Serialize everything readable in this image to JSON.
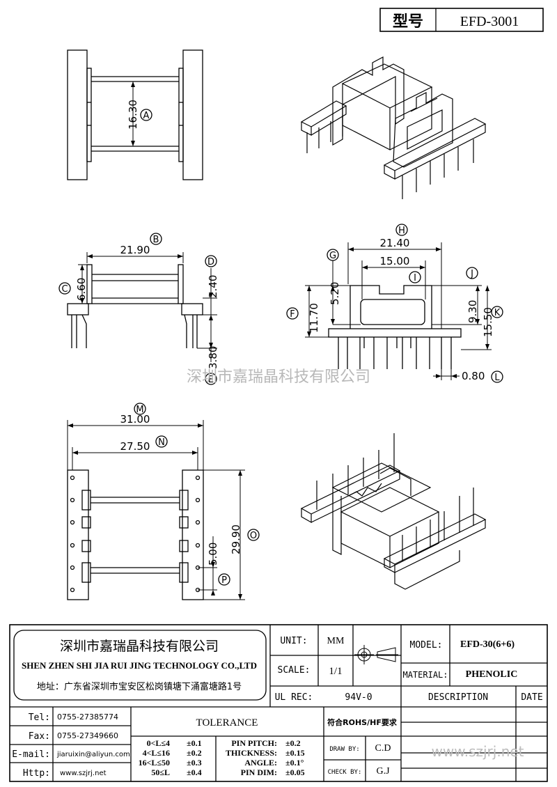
{
  "header": {
    "type_label": "型号",
    "model_code": "EFD-3001"
  },
  "dims": {
    "A": {
      "letter": "A",
      "value": "16.30"
    },
    "B": {
      "letter": "B",
      "value": "21.90"
    },
    "C": {
      "letter": "C",
      "value": "6.60"
    },
    "D": {
      "letter": "D",
      "value": "2.40"
    },
    "E": {
      "letter": "E",
      "value": "3.80"
    },
    "F": {
      "letter": "F",
      "value": "11.70"
    },
    "G": {
      "letter": "G",
      "value": "5.20"
    },
    "H": {
      "letter": "H",
      "value": "21.40"
    },
    "I": {
      "letter": "I",
      "value": "15.00"
    },
    "J": {
      "letter": "J",
      "value": "9.30"
    },
    "K": {
      "letter": "K",
      "value": "15.50"
    },
    "L": {
      "letter": "L",
      "value": "0.80"
    },
    "M": {
      "letter": "M",
      "value": "31.00"
    },
    "N": {
      "letter": "N",
      "value": "27.50"
    },
    "O": {
      "letter": "O",
      "value": "29.90"
    },
    "P": {
      "letter": "P",
      "value": "5.00"
    }
  },
  "watermark": {
    "center": "深圳市嘉瑞晶科技有限公司",
    "url": "www.szjrj.net"
  },
  "company": {
    "name_cn": "深圳市嘉瑞晶科技有限公司",
    "name_en": "SHEN ZHEN SHI  JIA RUI JING  TECHNOLOGY CO.,LTD",
    "address": "地址：广东省深圳市宝安区松岗镇塘下涌富塘路1号"
  },
  "contact": [
    {
      "label": "Tel:",
      "value": "0755-27385774"
    },
    {
      "label": "Fax:",
      "value": "0755-27349660"
    },
    {
      "label": "E-mail:",
      "value": "jiaruixin@aliyun.com"
    },
    {
      "label": "Http:",
      "value": "www.szjrj.net"
    }
  ],
  "title_block": {
    "unit_label": "UNIT:",
    "unit_value": "MM",
    "scale_label": "SCALE:",
    "scale_value": "1/1",
    "ulrec_label": "UL REC:",
    "ulrec_value": "94V-0",
    "model_label": "MODEL:",
    "model_value": "EFD-30(6+6)",
    "material_label": "MATERIAL:",
    "material_value": "PHENOLIC",
    "description_label": "DESCRIPTION",
    "date_label": "DATE",
    "tolerance_label": "TOLERANCE",
    "rohs": "符合ROHS/HF要求",
    "draw_label": "DRAW BY:",
    "draw_value": "C.D",
    "check_label": "CHECK BY:",
    "check_value": "G.J"
  },
  "tolerance_rows": [
    {
      "range": "0<L≤4",
      "tol": "±0.1",
      "spec": "PIN PITCH:",
      "spec_tol": "±0.2"
    },
    {
      "range": "4<L≤16",
      "tol": "±0.2",
      "spec": "THICKNESS:",
      "spec_tol": "±0.15"
    },
    {
      "range": "16<L≤50",
      "tol": "±0.3",
      "spec": "ANGLE:",
      "spec_tol": "±0.1°"
    },
    {
      "range": "50≤L",
      "tol": "±0.4",
      "spec": "PIN DIM:",
      "spec_tol": "±0.05"
    }
  ]
}
